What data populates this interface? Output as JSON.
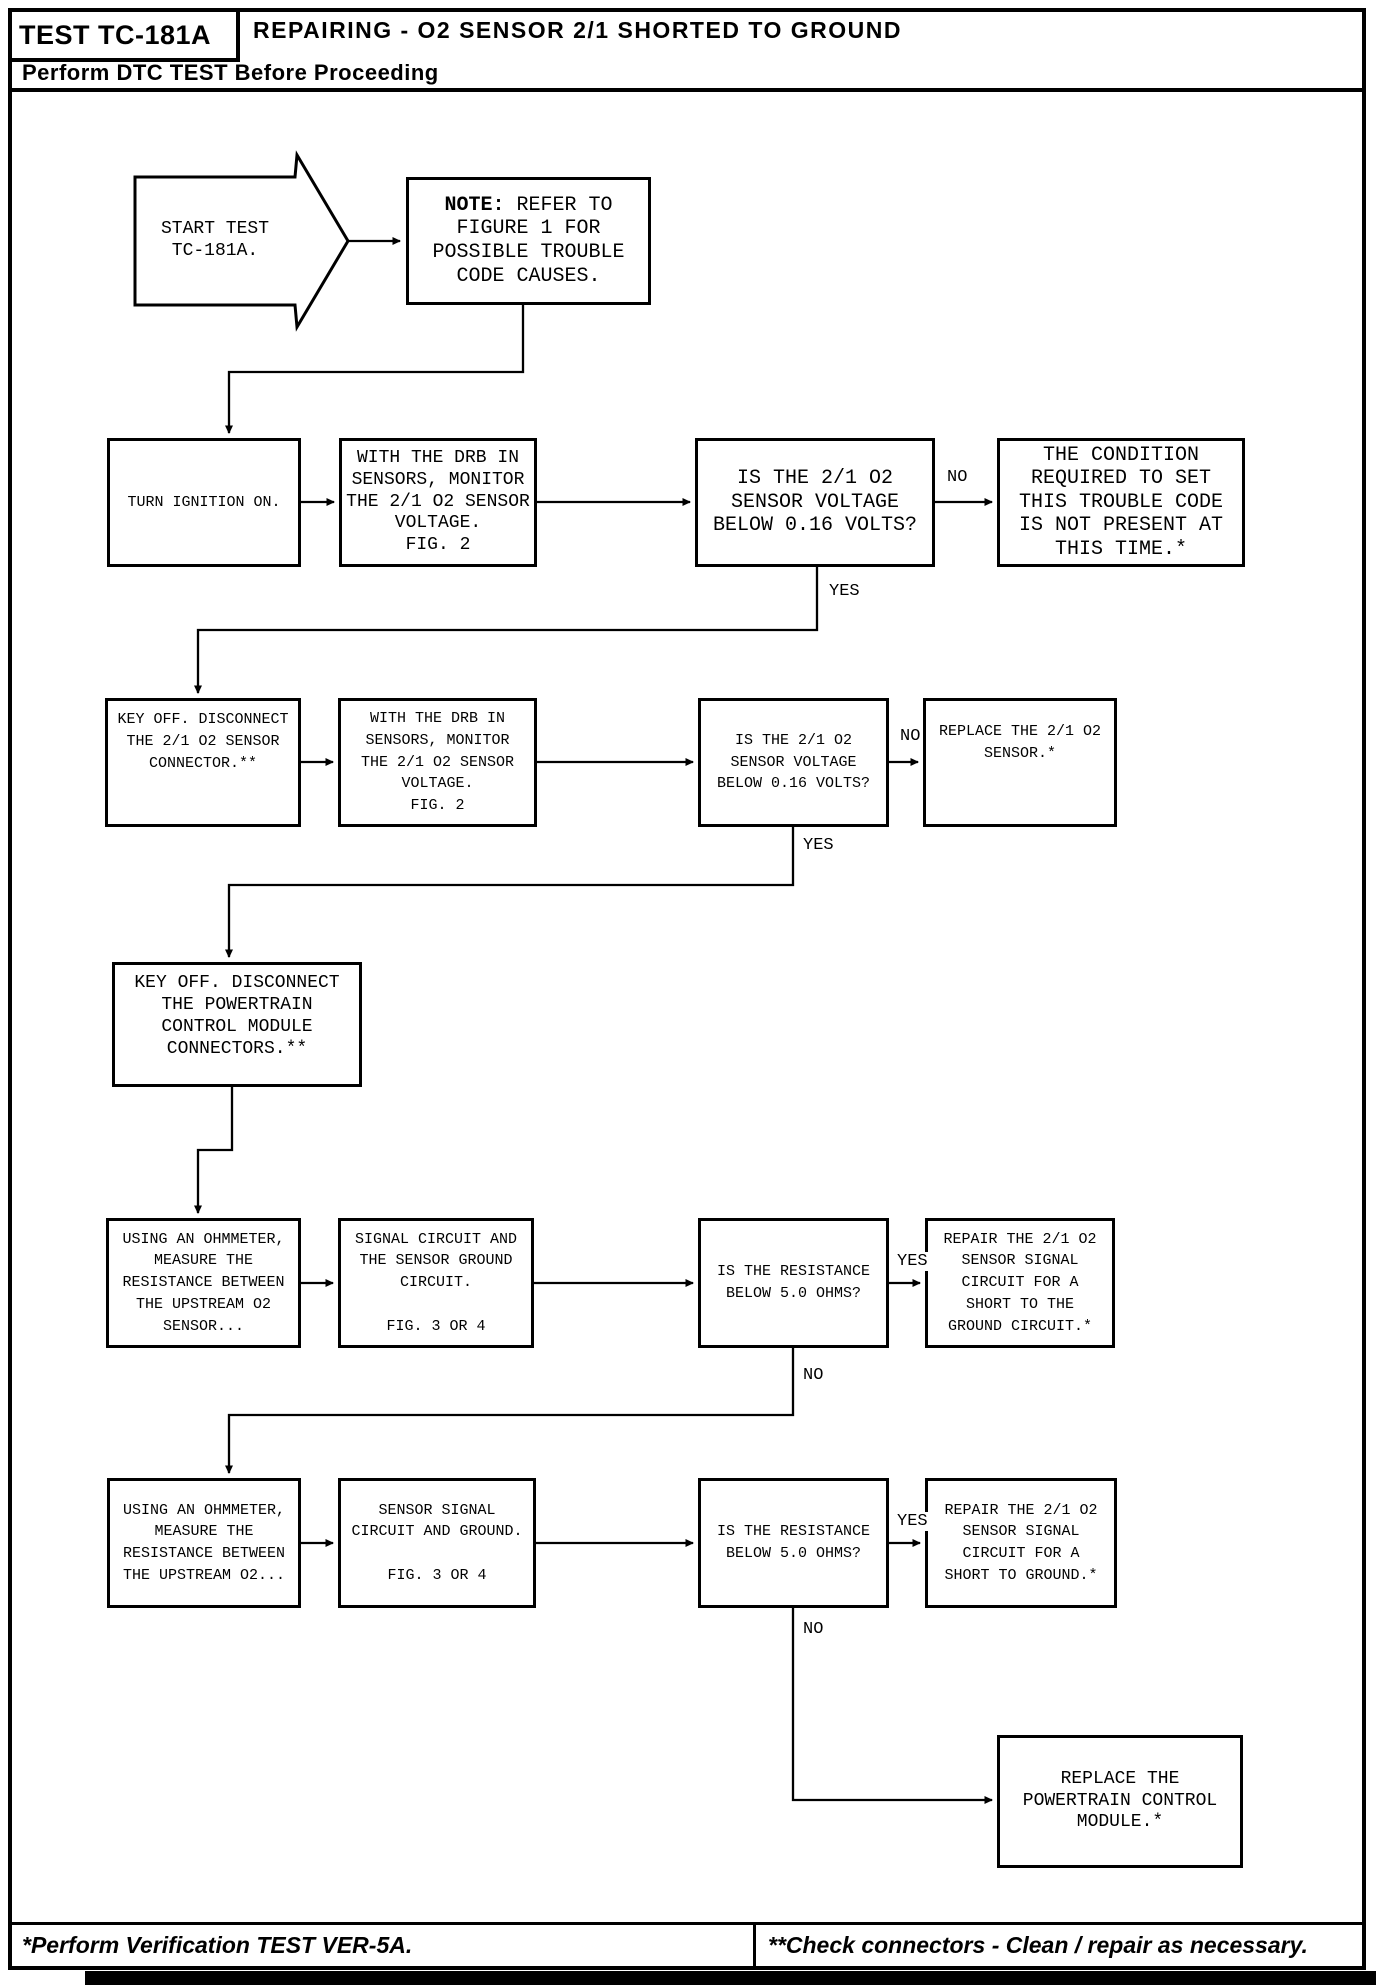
{
  "header": {
    "test_id": "TEST TC-181A",
    "title": "REPAIRING - O2 SENSOR 2/1 SHORTED TO GROUND",
    "subtitle": "Perform DTC TEST Before Proceeding"
  },
  "flow": {
    "start": {
      "text": "START TEST\nTC-181A."
    },
    "note": {
      "bold": "NOTE:",
      "rest": " REFER TO\nFIGURE 1 FOR\nPOSSIBLE TROUBLE\nCODE CAUSES."
    },
    "labels": {
      "yes": "YES",
      "no": "NO"
    },
    "boxes": {
      "turn_ignition": "TURN IGNITION ON.",
      "drb_monitor_1": "WITH THE DRB IN\nSENSORS, MONITOR\nTHE 2/1 O2 SENSOR\nVOLTAGE.\nFIG. 2",
      "voltage_q1": "IS THE 2/1 O2\nSENSOR VOLTAGE\nBELOW 0.16 VOLTS?",
      "condition_not_present": "THE CONDITION\nREQUIRED TO SET\nTHIS TROUBLE CODE\nIS NOT PRESENT AT\nTHIS TIME.*",
      "key_off_sensor": "KEY OFF. DISCONNECT\nTHE 2/1 O2 SENSOR\nCONNECTOR.**",
      "drb_monitor_2": "WITH THE DRB IN\nSENSORS, MONITOR\nTHE 2/1 O2 SENSOR\nVOLTAGE.\nFIG. 2",
      "voltage_q2": "IS THE 2/1 O2\nSENSOR VOLTAGE\nBELOW 0.16 VOLTS?",
      "replace_sensor": "REPLACE THE 2/1 O2\nSENSOR.*",
      "key_off_pcm": "KEY OFF. DISCONNECT\nTHE POWERTRAIN\nCONTROL MODULE\nCONNECTORS.**",
      "ohmmeter_1": "USING AN OHMMETER,\nMEASURE THE\nRESISTANCE BETWEEN\nTHE UPSTREAM O2\nSENSOR...",
      "signal_ground_circuit": "SIGNAL CIRCUIT AND\nTHE SENSOR GROUND\nCIRCUIT.\n\nFIG. 3 OR 4",
      "resistance_q1": "IS THE RESISTANCE\nBELOW 5.0 OHMS?",
      "repair_short_ground_circuit": "REPAIR THE 2/1 O2\nSENSOR SIGNAL\nCIRCUIT FOR A\nSHORT TO THE\nGROUND CIRCUIT.*",
      "ohmmeter_2": "USING AN OHMMETER,\nMEASURE THE\nRESISTANCE BETWEEN\nTHE UPSTREAM O2...",
      "sensor_signal_ground": "SENSOR SIGNAL\nCIRCUIT AND GROUND.\n\nFIG. 3 OR 4",
      "resistance_q2": "IS THE RESISTANCE\nBELOW 5.0 OHMS?",
      "repair_short_ground": "REPAIR THE 2/1 O2\nSENSOR SIGNAL\nCIRCUIT FOR A\nSHORT TO GROUND.*",
      "replace_pcm": "REPLACE THE\nPOWERTRAIN CONTROL\nMODULE.*"
    }
  },
  "footer": {
    "left": "*Perform Verification TEST VER-5A.",
    "right": "**Check connectors - Clean / repair as necessary."
  }
}
